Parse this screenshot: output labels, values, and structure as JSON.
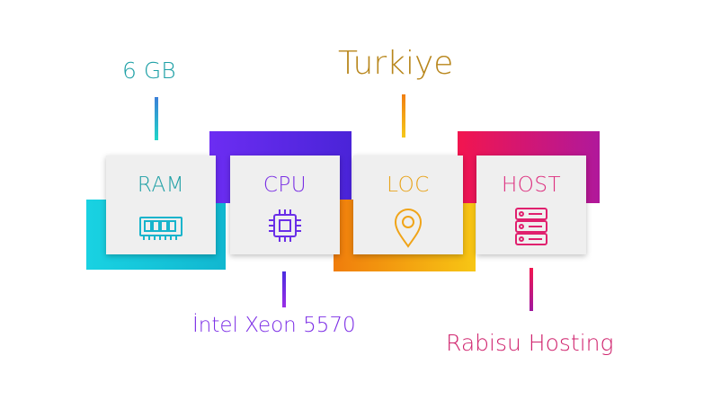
{
  "colors": {
    "ram": "#1ea0a6",
    "cpu": "#7c2ee6",
    "loc": "#e9a21a",
    "host": "#dd2e7e",
    "loc_value": "#b8861b",
    "host_value": "#d0246e"
  },
  "cards": [
    {
      "id": "ram",
      "label": "RAM",
      "icon": "memory-module-icon",
      "value": "6 GB"
    },
    {
      "id": "cpu",
      "label": "CPU",
      "icon": "cpu-chip-icon",
      "value": "İntel Xeon 5570"
    },
    {
      "id": "loc",
      "label": "LOC",
      "icon": "location-pin-icon",
      "value": "Turkiye"
    },
    {
      "id": "host",
      "label": "HOST",
      "icon": "server-stack-icon",
      "value": "Rabisu Hosting"
    }
  ]
}
